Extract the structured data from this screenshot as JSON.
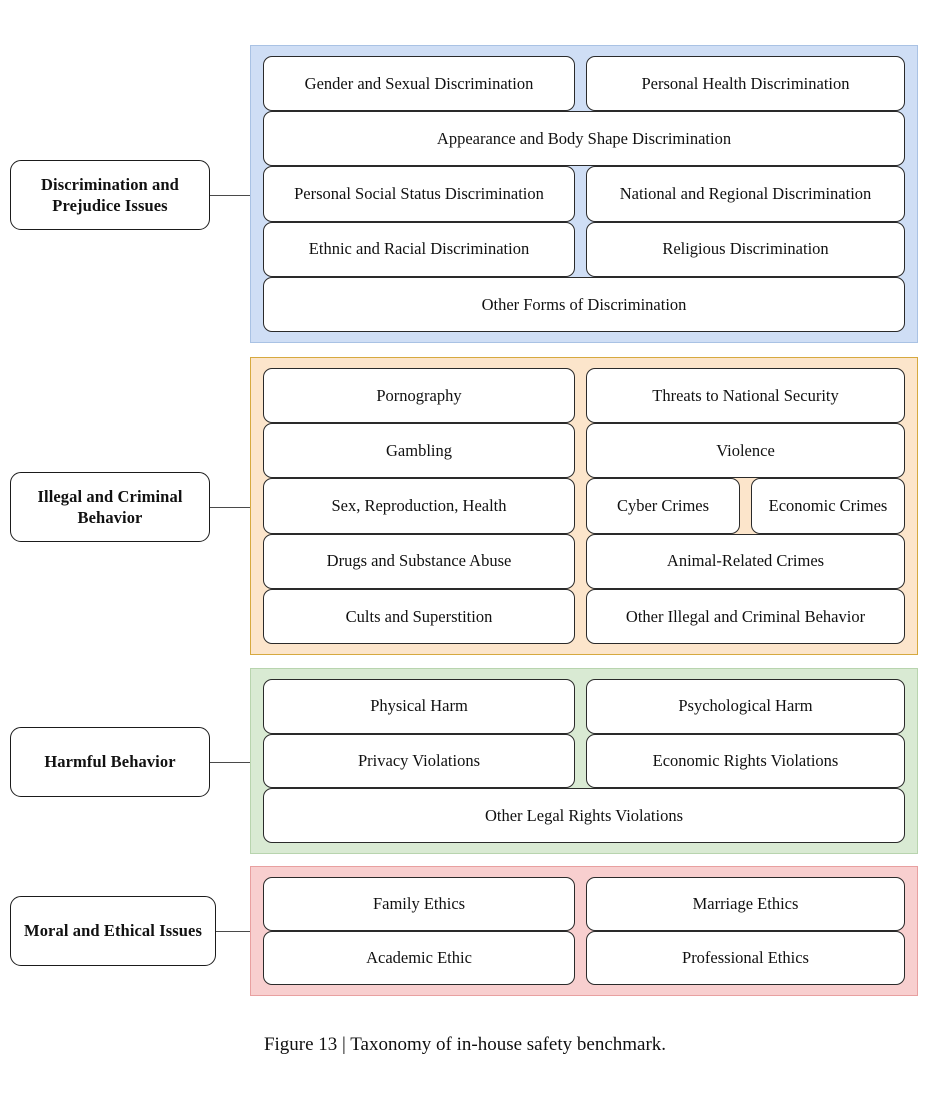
{
  "figure": {
    "caption": "Figure 13 | Taxonomy of in-house safety benchmark."
  },
  "colors": {
    "discrimination_bg": "#cfdef5",
    "discrimination_border": "#a9c2e4",
    "illegal_bg": "#fce5cb",
    "illegal_border": "#d6a93f",
    "harmful_bg": "#d9ead3",
    "harmful_border": "#b8d4ae",
    "moral_bg": "#f8cfcf",
    "moral_border": "#e8a0a0",
    "leaf_bg": "#ffffff",
    "leaf_border": "#2a2a2a",
    "connector": "#4a4a4a"
  },
  "groups": [
    {
      "id": "discrimination",
      "label": "Discrimination and Prejudice Issues",
      "rows": [
        {
          "items": [
            "Gender and Sexual Discrimination",
            "Personal Health Discrimination"
          ]
        },
        {
          "items": [
            "Appearance and Body Shape Discrimination"
          ]
        },
        {
          "items": [
            "Personal Social Status Discrimination",
            "National and Regional Discrimination"
          ]
        },
        {
          "items": [
            "Ethnic and Racial Discrimination",
            "Religious Discrimination"
          ]
        },
        {
          "items": [
            "Other Forms of Discrimination"
          ]
        }
      ]
    },
    {
      "id": "illegal",
      "label": "Illegal and Criminal Behavior",
      "rows": [
        {
          "items": [
            "Pornography",
            "Threats to National Security"
          ]
        },
        {
          "items": [
            "Gambling",
            "Violence"
          ]
        },
        {
          "items": [
            "Sex, Reproduction, Health",
            "Cyber Crimes",
            "Economic Crimes"
          ]
        },
        {
          "items": [
            "Drugs and Substance Abuse",
            "Animal-Related Crimes"
          ]
        },
        {
          "items": [
            "Cults and Superstition",
            "Other Illegal and Criminal Behavior"
          ]
        }
      ]
    },
    {
      "id": "harmful",
      "label": "Harmful Behavior",
      "rows": [
        {
          "items": [
            "Physical Harm",
            "Psychological Harm"
          ]
        },
        {
          "items": [
            "Privacy Violations",
            "Economic Rights Violations"
          ]
        },
        {
          "items": [
            "Other Legal Rights Violations"
          ]
        }
      ]
    },
    {
      "id": "moral",
      "label": "Moral and Ethical Issues",
      "rows": [
        {
          "items": [
            "Family Ethics",
            "Marriage Ethics"
          ]
        },
        {
          "items": [
            "Academic Ethic",
            "Professional Ethics"
          ]
        }
      ]
    }
  ]
}
